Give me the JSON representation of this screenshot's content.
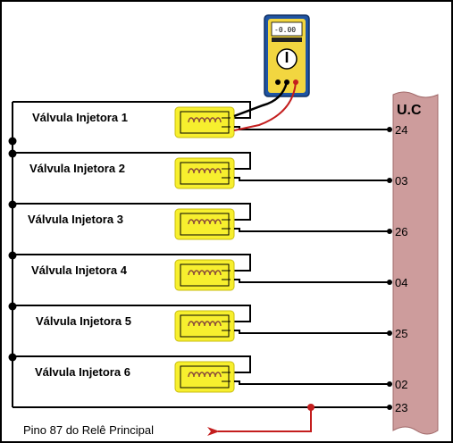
{
  "diagram": {
    "ecu_label": "U.C",
    "multimeter_reading": "-0.00",
    "relay_label": "Pino 87 do Relê Principal",
    "injectors": [
      {
        "label": "Válvula Injetora 1",
        "pin": "24"
      },
      {
        "label": "Válvula Injetora 2",
        "pin": "03"
      },
      {
        "label": "Válvula Injetora 3",
        "pin": "26"
      },
      {
        "label": "Válvula Injetora 4",
        "pin": "04"
      },
      {
        "label": "Válvula Injetora 5",
        "pin": "25"
      },
      {
        "label": "Válvula Injetora 6",
        "pin": "02"
      }
    ],
    "relay_pin": "23"
  },
  "colors": {
    "ecu_fill": "#cd9c9c",
    "injector_fill": "#f7ef2e",
    "coil_color": "#8a4a3a",
    "meter_probe": "#c41e1e",
    "meter_body": "#1f54a3"
  }
}
